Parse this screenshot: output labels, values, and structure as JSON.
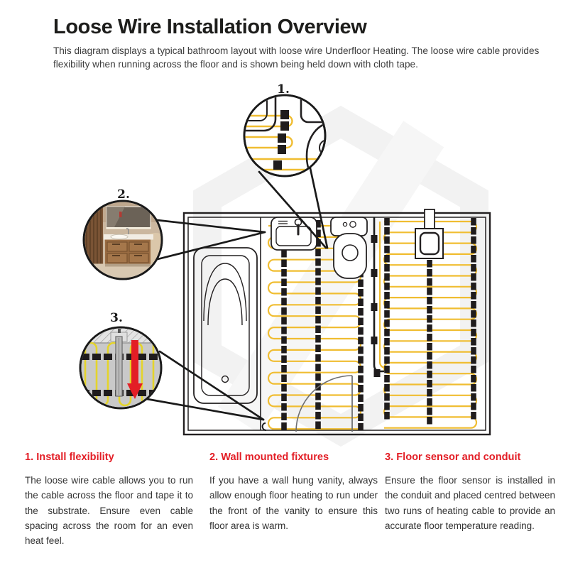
{
  "page": {
    "title": "Loose Wire Installation Overview",
    "subtitle": "This diagram displays a typical bathroom layout with loose wire Underfloor Heating. The loose wire cable provides flexibility when running across the floor and is shown being held down with cloth tape."
  },
  "callouts": {
    "c1": {
      "label": "1."
    },
    "c2": {
      "label": "2."
    },
    "c3": {
      "label": "3."
    }
  },
  "notes": [
    {
      "heading": "1. Install flexibility",
      "body": "The loose wire cable allows you to run the cable across the floor and tape it to the substrate. Ensure even cable spacing across the room for an even heat feel."
    },
    {
      "heading": "2. Wall mounted fixtures",
      "body": "If you have a wall hung vanity, always allow enough floor heating to run under the front of the vanity to ensure this floor area is warm."
    },
    {
      "heading": "3. Floor sensor and conduit",
      "body": "Ensure the floor sensor is installed in the conduit and placed centred between two runs of heating cable to provide an accurate floor temperature reading."
    }
  ],
  "colors": {
    "accent_red": "#e31e26",
    "wire_yellow": "#f0bd31",
    "tape_black": "#1f1c1d",
    "outline_black": "#232021",
    "door_gray": "#6d6e71"
  }
}
